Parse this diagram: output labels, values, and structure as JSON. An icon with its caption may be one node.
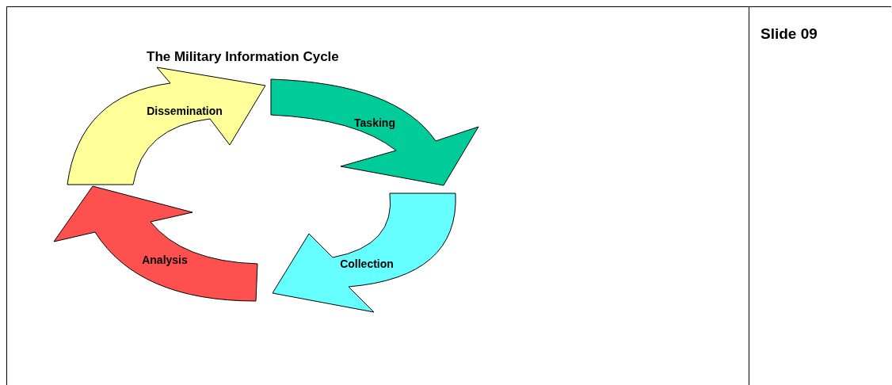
{
  "diagram": {
    "title": "The Military Information Cycle",
    "nodes": [
      {
        "text": [
          "Dissemination"
        ]
      },
      {
        "text": [
          "Tasking"
        ]
      },
      {
        "text": [
          "Collection"
        ]
      },
      {
        "text": [
          "Analysis"
        ]
      }
    ],
    "labels": [
      "Slide 09"
    ]
  }
}
